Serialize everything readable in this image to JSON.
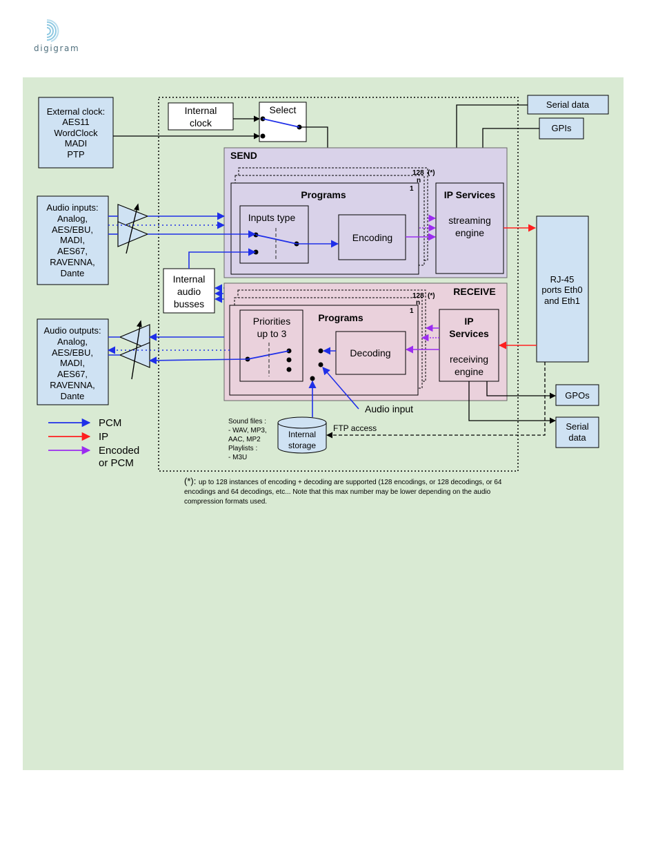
{
  "brand": {
    "name": "digigram"
  },
  "colors": {
    "pcm": "#1f2fe8",
    "ip": "#ff1f1f",
    "encoded": "#9b2cf0",
    "panel_bg": "#d9ead3",
    "blue_box": "#cfe2f3",
    "send_bg": "#d9d2e9",
    "receive_bg": "#ead1dc"
  },
  "boxes": {
    "external_clock": [
      "External clock:",
      "AES11",
      "WordClock",
      "MADI",
      "PTP"
    ],
    "internal_clock": [
      "Internal",
      "clock"
    ],
    "select": "Select",
    "serial_data_top": "Serial data",
    "gpis": "GPIs",
    "audio_inputs": [
      "Audio inputs:",
      "Analog,",
      "AES/EBU,",
      "MADI,",
      "AES67,",
      "RAVENNA,",
      "Dante"
    ],
    "audio_outputs": [
      "Audio outputs:",
      "Analog,",
      "AES/EBU,",
      "MADI,",
      "AES67,",
      "RAVENNA,",
      "Dante"
    ],
    "internal_audio_busses": [
      "Internal",
      "audio",
      "busses"
    ],
    "rj45": [
      "RJ-45",
      "ports Eth0",
      "and Eth1"
    ],
    "gpos": "GPOs",
    "serial_data_bottom": [
      "Serial",
      "data"
    ]
  },
  "send": {
    "title": "SEND",
    "stack_labels": {
      "top": "128",
      "star": "(*)",
      "n": "n",
      "one": "1"
    },
    "programs": "Programs",
    "inputs_type": "Inputs type",
    "encoding": "Encoding",
    "ip_services": "IP Services",
    "engine": [
      "streaming",
      "engine"
    ]
  },
  "receive": {
    "title": "RECEIVE",
    "stack_labels": {
      "top": "128",
      "star": "(*)",
      "n": "n",
      "one": "1"
    },
    "programs": "Programs",
    "priorities": [
      "Priorities",
      "up to 3"
    ],
    "decoding": "Decoding",
    "ip_services": [
      "IP",
      "Services"
    ],
    "engine": [
      "receiving",
      "engine"
    ]
  },
  "audio_input_label": "Audio input",
  "ftp_access": "FTP access",
  "internal_storage": [
    "Internal",
    "storage"
  ],
  "sound_files": [
    "Sound files :",
    " - WAV, MP3,",
    "AAC, MP2",
    "Playlists :",
    " - M3U"
  ],
  "legend": [
    {
      "label": "PCM",
      "color_key": "pcm"
    },
    {
      "label": "IP",
      "color_key": "ip"
    },
    {
      "label": "Encoded",
      "color_key": "encoded"
    },
    {
      "label": "or PCM",
      "color_key": ""
    }
  ],
  "footnote": {
    "mark": "(*):",
    "lines": [
      "up to 128 instances of encoding + decoding are supported (128 encodings, or 128 decodings, or 64",
      "encodings and 64 decodings, etc... Note that this max number may be lower depending on the audio",
      "compression formats used."
    ]
  }
}
